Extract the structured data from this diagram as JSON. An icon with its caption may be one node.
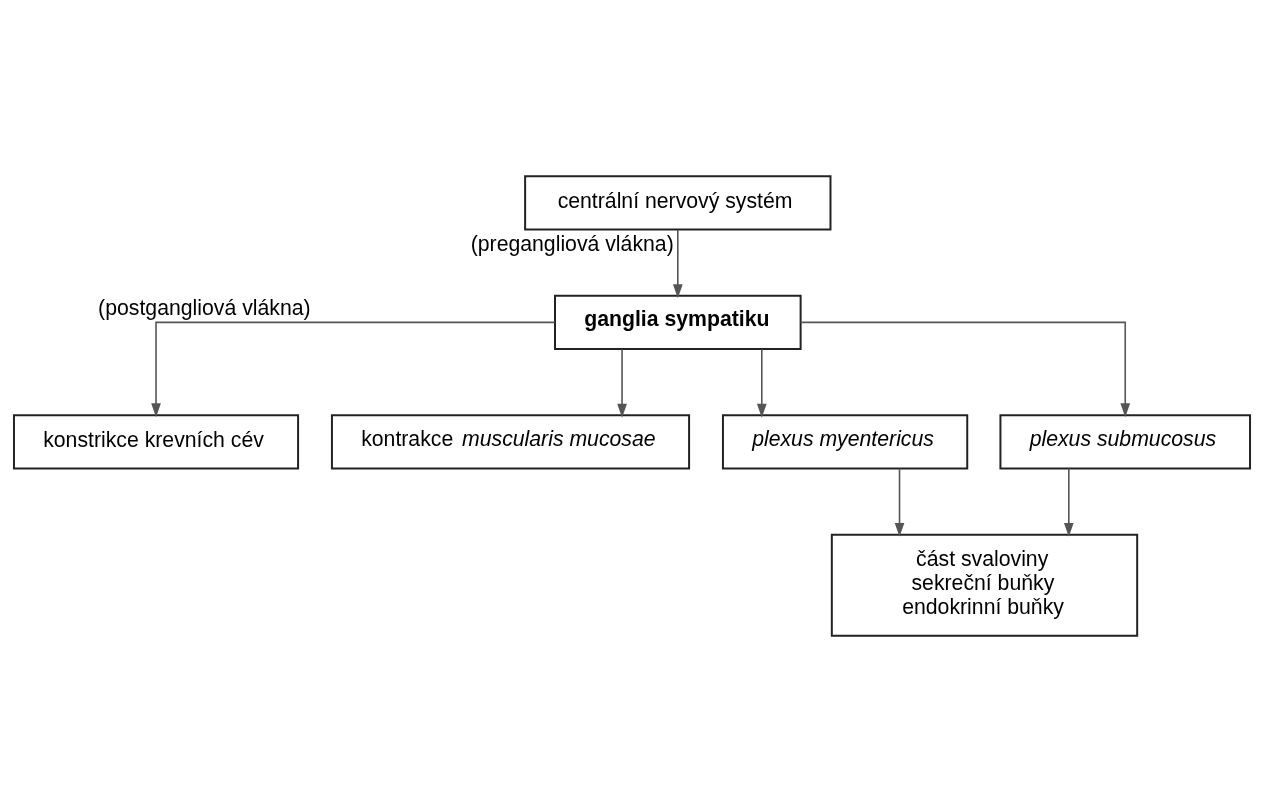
{
  "diagram": {
    "nodes": [
      {
        "text": [
          "centrální nervový systém"
        ]
      },
      {
        "text": [
          "ganglia sympatiku"
        ]
      },
      {
        "text": [
          "konstrikce krevních cév"
        ]
      },
      {
        "text": [
          "kontrakce *muscularis mucosae*"
        ]
      },
      {
        "text": [
          "plexus myentericus"
        ]
      },
      {
        "text": [
          "plexus submucosus"
        ]
      },
      {
        "text": [
          "část svaloviny",
          "sekreční buňky",
          "endokrinní buňky"
        ]
      }
    ],
    "edges": [
      {
        "from": 0,
        "to": 1,
        "arrow": "to",
        "label": "(pregangliová vlákna)"
      },
      {
        "from": 1,
        "to": 2,
        "arrow": "to",
        "label": "(postgangliová vlákna)"
      },
      {
        "from": 1,
        "to": 3,
        "arrow": "to"
      },
      {
        "from": 1,
        "to": 4,
        "arrow": "to"
      },
      {
        "from": 1,
        "to": 5,
        "arrow": "to"
      },
      {
        "from": 4,
        "to": 6,
        "arrow": "to"
      },
      {
        "from": 5,
        "to": 6,
        "arrow": "to"
      }
    ]
  }
}
